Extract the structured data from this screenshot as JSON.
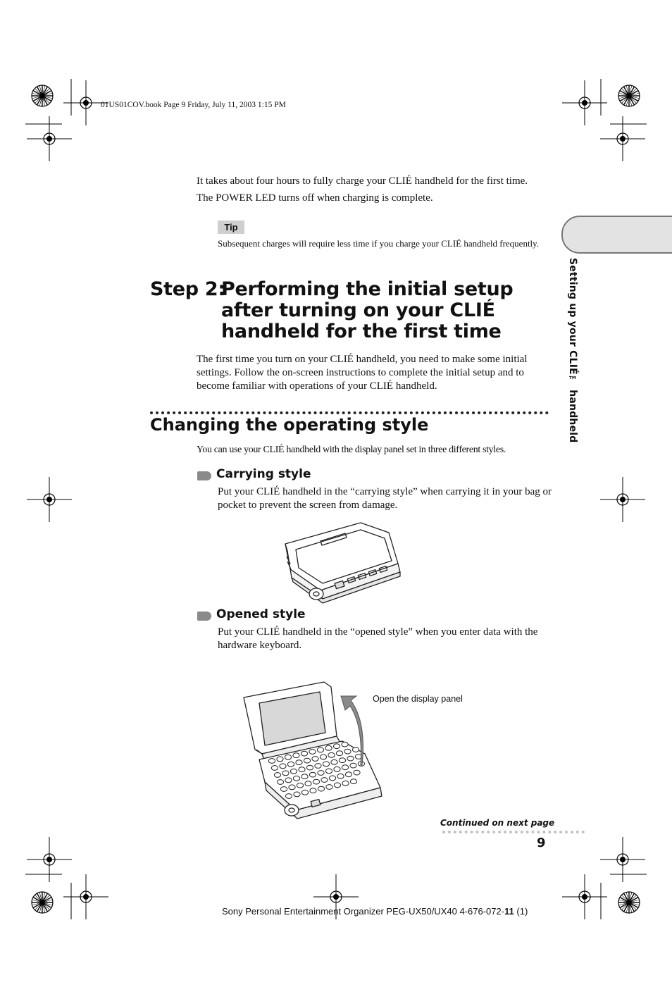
{
  "header": {
    "file_info": "01US01COV.book  Page 9  Friday, July 11, 2003  1:15 PM"
  },
  "intro": {
    "line1": "It takes about four hours to fully charge your CLIÉ handheld for the first time.",
    "line2": "The POWER LED turns off when charging is complete."
  },
  "tip": {
    "badge": "Tip",
    "text": "Subsequent charges will require less time if you charge your CLIÉ handheld frequently."
  },
  "step": {
    "label": "Step 2:",
    "title": "Performing the initial setup after turning on your CLIÉ handheld for the first time",
    "body": "The first time you turn on your CLIÉ handheld, you need to make some initial settings. Follow the on-screen instructions to complete the initial setup and to become familiar with operations of your CLIÉ handheld."
  },
  "section": {
    "title": "Changing the operating style",
    "intro": "You can use your CLIÉ handheld with the display panel set in three different styles."
  },
  "carrying": {
    "title": "Carrying style",
    "text": "Put your CLIÉ handheld in the “carrying style” when carrying it in your bag or pocket to prevent the screen from damage."
  },
  "opened": {
    "title": "Opened style",
    "text": "Put your CLIÉ handheld in the “opened style” when you enter data with the hardware keyboard.",
    "caption": "Open the display panel"
  },
  "continued": "Continued on next page",
  "page_number": "9",
  "side_tab": {
    "text": "Setting up your CLIÉ™ handheld"
  },
  "footer": {
    "prefix": "Sony Personal Entertainment Organizer  PEG-UX50/UX40  4-676-072-",
    "bold": "11",
    "suffix": " (1)"
  }
}
